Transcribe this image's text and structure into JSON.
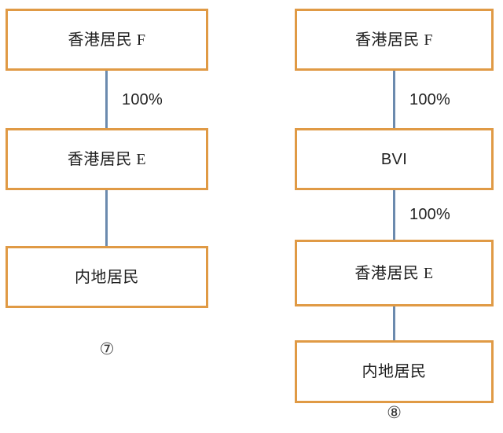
{
  "diagram": {
    "background_color": "#ffffff",
    "box_border_color": "#E09A45",
    "connector_color": "#6B8AAE",
    "text_color": "#1f1f1f",
    "structures": [
      {
        "id": "structure-7",
        "caption": "⑦",
        "nodes": [
          {
            "id": "left-node-1",
            "label": "香港居民 F"
          },
          {
            "id": "left-node-2",
            "label": "香港居民 E"
          },
          {
            "id": "left-node-3",
            "label": "内地居民"
          }
        ],
        "connectors": [
          {
            "id": "left-conn-1",
            "from": "left-node-1",
            "to": "left-node-2",
            "label": "100%"
          },
          {
            "id": "left-conn-2",
            "from": "left-node-2",
            "to": "left-node-3",
            "label": ""
          }
        ]
      },
      {
        "id": "structure-8",
        "caption": "⑧",
        "nodes": [
          {
            "id": "right-node-1",
            "label": "香港居民 F"
          },
          {
            "id": "right-node-2",
            "label": "BVI"
          },
          {
            "id": "right-node-3",
            "label": "香港居民 E"
          },
          {
            "id": "right-node-4",
            "label": "内地居民"
          }
        ],
        "connectors": [
          {
            "id": "right-conn-1",
            "from": "right-node-1",
            "to": "right-node-2",
            "label": "100%"
          },
          {
            "id": "right-conn-2",
            "from": "right-node-2",
            "to": "right-node-3",
            "label": "100%"
          },
          {
            "id": "right-conn-3",
            "from": "right-node-3",
            "to": "right-node-4",
            "label": ""
          }
        ]
      }
    ]
  }
}
